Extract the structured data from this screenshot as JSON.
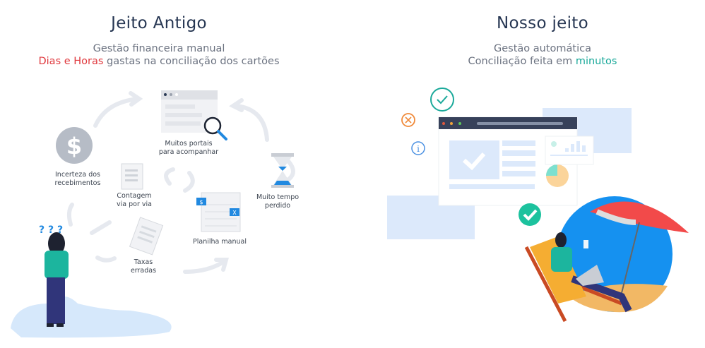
{
  "old_way": {
    "title": "Jeito Antigo",
    "subtitle_line1": "Gestão financeira manual",
    "subtitle_line2_highlight": "Dias e Horas",
    "subtitle_line2_rest": " gastas na conciliação dos cartões",
    "items": [
      {
        "label_line1": "Muitos portais",
        "label_line2": "para acompanhar"
      },
      {
        "label_line1": "Incerteza dos",
        "label_line2": "recebimentos"
      },
      {
        "label_line1": "Contagem",
        "label_line2": "via por via"
      },
      {
        "label_line1": "Muito tempo",
        "label_line2": "perdido"
      },
      {
        "label_line1": "Planilha manual",
        "label_line2": ""
      },
      {
        "label_line1": "Taxas",
        "label_line2": "erradas"
      }
    ],
    "icon_marks": {
      "dollar": "$",
      "spreadsheet_x": "X",
      "question": "? ? ?"
    }
  },
  "new_way": {
    "title": "Nosso jeito",
    "subtitle_line1": "Gestão automática",
    "subtitle_line2_rest": "Conciliação feita em ",
    "subtitle_line2_highlight": "minutos"
  },
  "colors": {
    "highlight_red": "#e0393e",
    "highlight_teal": "#1aa99a",
    "title": "#263652"
  }
}
